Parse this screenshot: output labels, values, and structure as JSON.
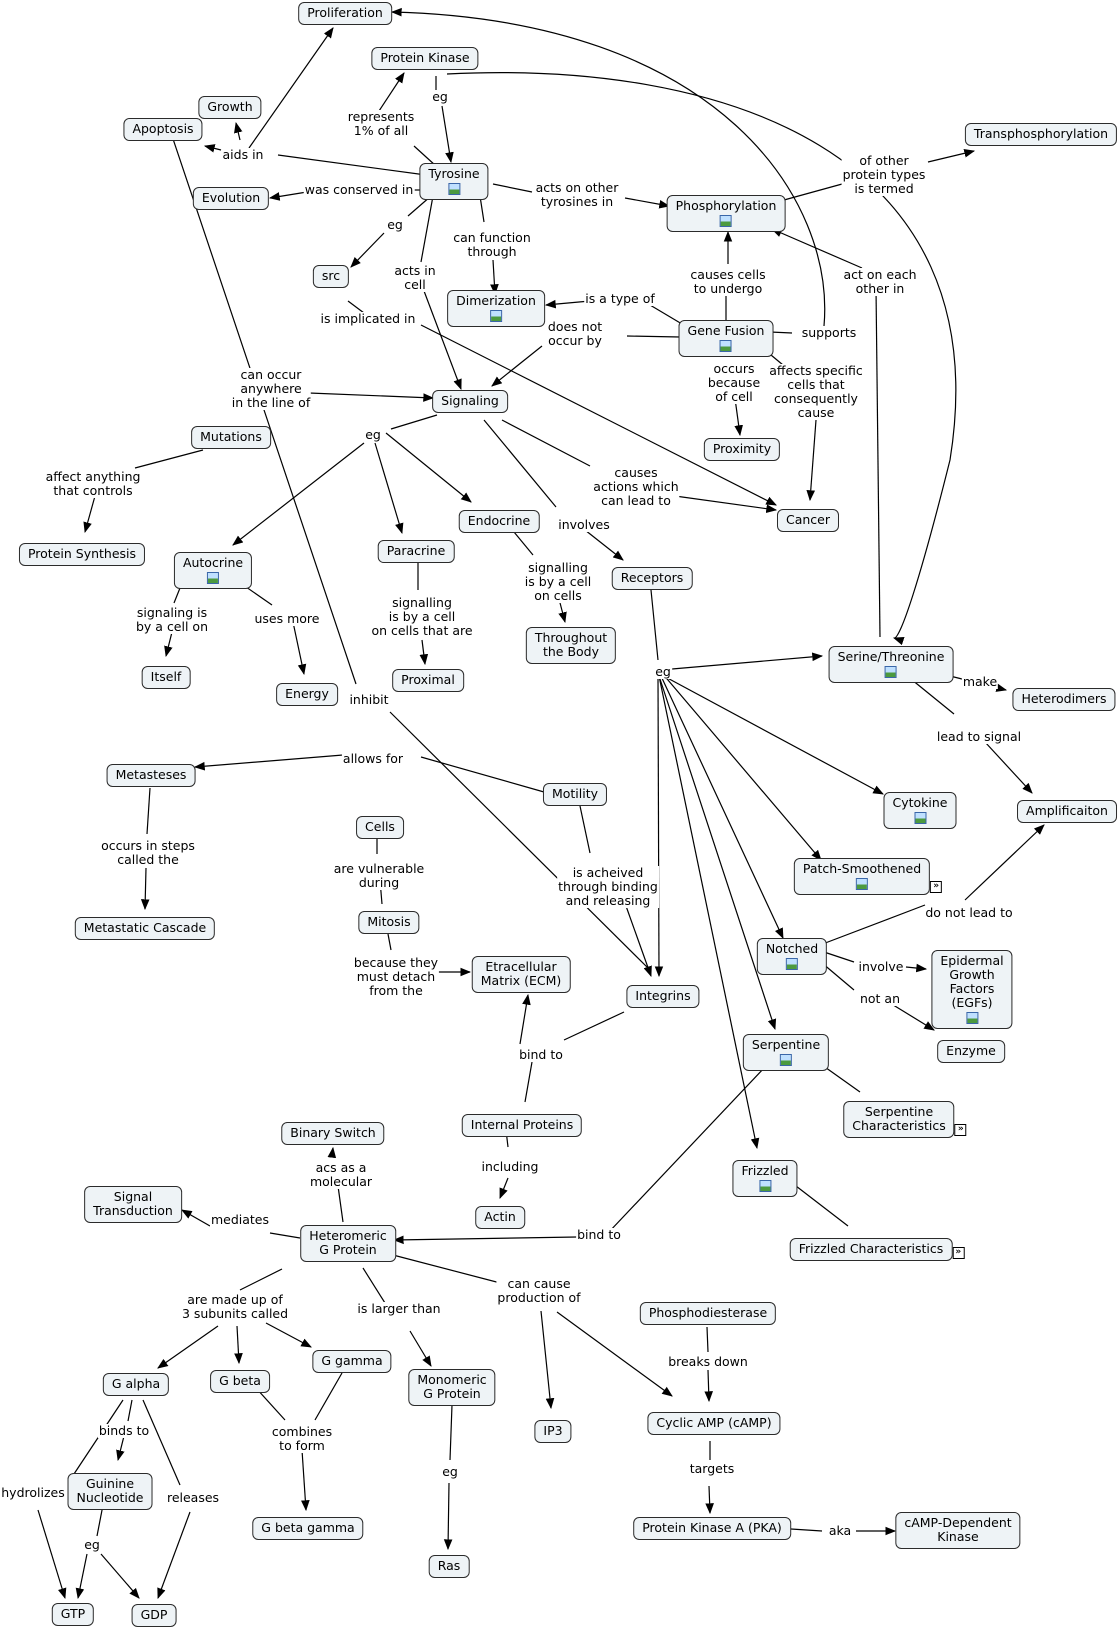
{
  "nodes": {
    "proliferation": "Proliferation",
    "protein_kinase": "Protein Kinase",
    "growth": "Growth",
    "apoptosis": "Apoptosis",
    "transphosphorylation": "Transphosphorylation",
    "tyrosine": "Tyrosine",
    "evolution": "Evolution",
    "phosphorylation": "Phosphorylation",
    "src": "src",
    "dimerization": "Dimerization",
    "gene_fusion": "Gene Fusion",
    "signaling": "Signaling",
    "mutations": "Mutations",
    "proximity": "Proximity",
    "cancer": "Cancer",
    "protein_synthesis": "Protein Synthesis",
    "endocrine": "Endocrine",
    "autocrine": "Autocrine",
    "paracrine": "Paracrine",
    "receptors": "Receptors",
    "throughout_body": "Throughout\nthe Body",
    "serine_threonine": "Serine/Threonine",
    "itself": "Itself",
    "proximal": "Proximal",
    "energy": "Energy",
    "heterodimers": "Heterodimers",
    "metasteses": "Metasteses",
    "motility": "Motility",
    "cytokine": "Cytokine",
    "amplification": "Amplificaiton",
    "cells": "Cells",
    "patch_smoothened": "Patch-Smoothened",
    "metastatic_cascade": "Metastatic Cascade",
    "mitosis": "Mitosis",
    "notched": "Notched",
    "egf": "Epidermal\nGrowth\nFactors\n(EGFs)",
    "ecm": "Etracellular\nMatrix (ECM)",
    "integrins": "Integrins",
    "serpentine": "Serpentine",
    "enzyme": "Enzyme",
    "serpentine_char": "Serpentine\nCharacteristics",
    "internal_proteins": "Internal Proteins",
    "binary_switch": "Binary Switch",
    "frizzled": "Frizzled",
    "signal_transduction": "Signal\nTransduction",
    "actin": "Actin",
    "heteromeric": "Heteromeric\nG Protein",
    "frizzled_char": "Frizzled Characteristics",
    "phosphodiesterase": "Phosphodiesterase",
    "g_gamma": "G gamma",
    "g_alpha": "G alpha",
    "g_beta": "G beta",
    "monomeric": "Monomeric\nG Protein",
    "camp": "Cyclic AMP (cAMP)",
    "ip3": "IP3",
    "guinine": "Guinine\nNucleotide",
    "g_beta_gamma": "G beta gamma",
    "pka": "Protein Kinase A (PKA)",
    "camp_kinase": "cAMP-Dependent\nKinase",
    "ras": "Ras",
    "gtp": "GTP",
    "gdp": "GDP"
  },
  "labels": {
    "eg_pk": "eg",
    "represents": "represents\n1% of all",
    "aids_in": "aids in",
    "of_other": "of other\nprotein types\nis termed",
    "was_conserved": "was conserved in",
    "acts_on_other": "acts on other\ntyrosines in",
    "eg_tyr": "eg",
    "can_function": "can function\nthrough",
    "acts_in_cell": "acts in\ncell",
    "causes_cells": "causes cells\nto undergo",
    "act_on_each": "act on each\nother in",
    "is_a_type": "is a type of",
    "is_implicated": "is implicated in",
    "does_not_occur": "does not\noccur by",
    "supports": "supports",
    "can_occur": "can occur\nanywhere\nin the line of",
    "occurs_because": "occurs\nbecause\nof cell",
    "affects_specific": "affects specific\ncells that\nconsequently\ncause",
    "eg_sig": "eg",
    "affect_anything": "affect anything\nthat controls",
    "causes_actions": "causes\nactions which\ncan lead to",
    "involves": "involves",
    "signalling_body": "signalling\nis by a cell\non cells",
    "signaling_itself": "signaling is\nby a cell on",
    "uses_more": "uses more",
    "signalling_prox": "signalling\nis by a cell\non cells that are",
    "eg_rec": "eg",
    "make": "make",
    "inhibit": "inhibit",
    "lead_to_signal": "lead to signal",
    "allows_for": "allows for",
    "are_vulnerable": "are vulnerable\nduring",
    "occurs_in_steps": "occurs in steps\ncalled the",
    "is_acheived": "is acheived\nthrough binding\nand releasing",
    "do_not_lead": "do not lead to",
    "because_they": "because they\nmust detach\nfrom the",
    "involve": "involve",
    "not_an": "not an",
    "bind_to_ecm": "bind to",
    "acs_as": "acs as a\nmolecular",
    "including": "including",
    "mediates": "mediates",
    "bind_to_g": "bind to",
    "can_cause": "can cause\nproduction of",
    "are_made_up": "are made up of\n3 subunits called",
    "is_larger": "is larger than",
    "breaks_down": "breaks down",
    "binds_to": "binds to",
    "combines": "combines\nto form",
    "hydrolizes": "hydrolizes",
    "releases": "releases",
    "targets": "targets",
    "eg_mono": "eg",
    "eg_guin": "eg",
    "aka": "aka"
  }
}
